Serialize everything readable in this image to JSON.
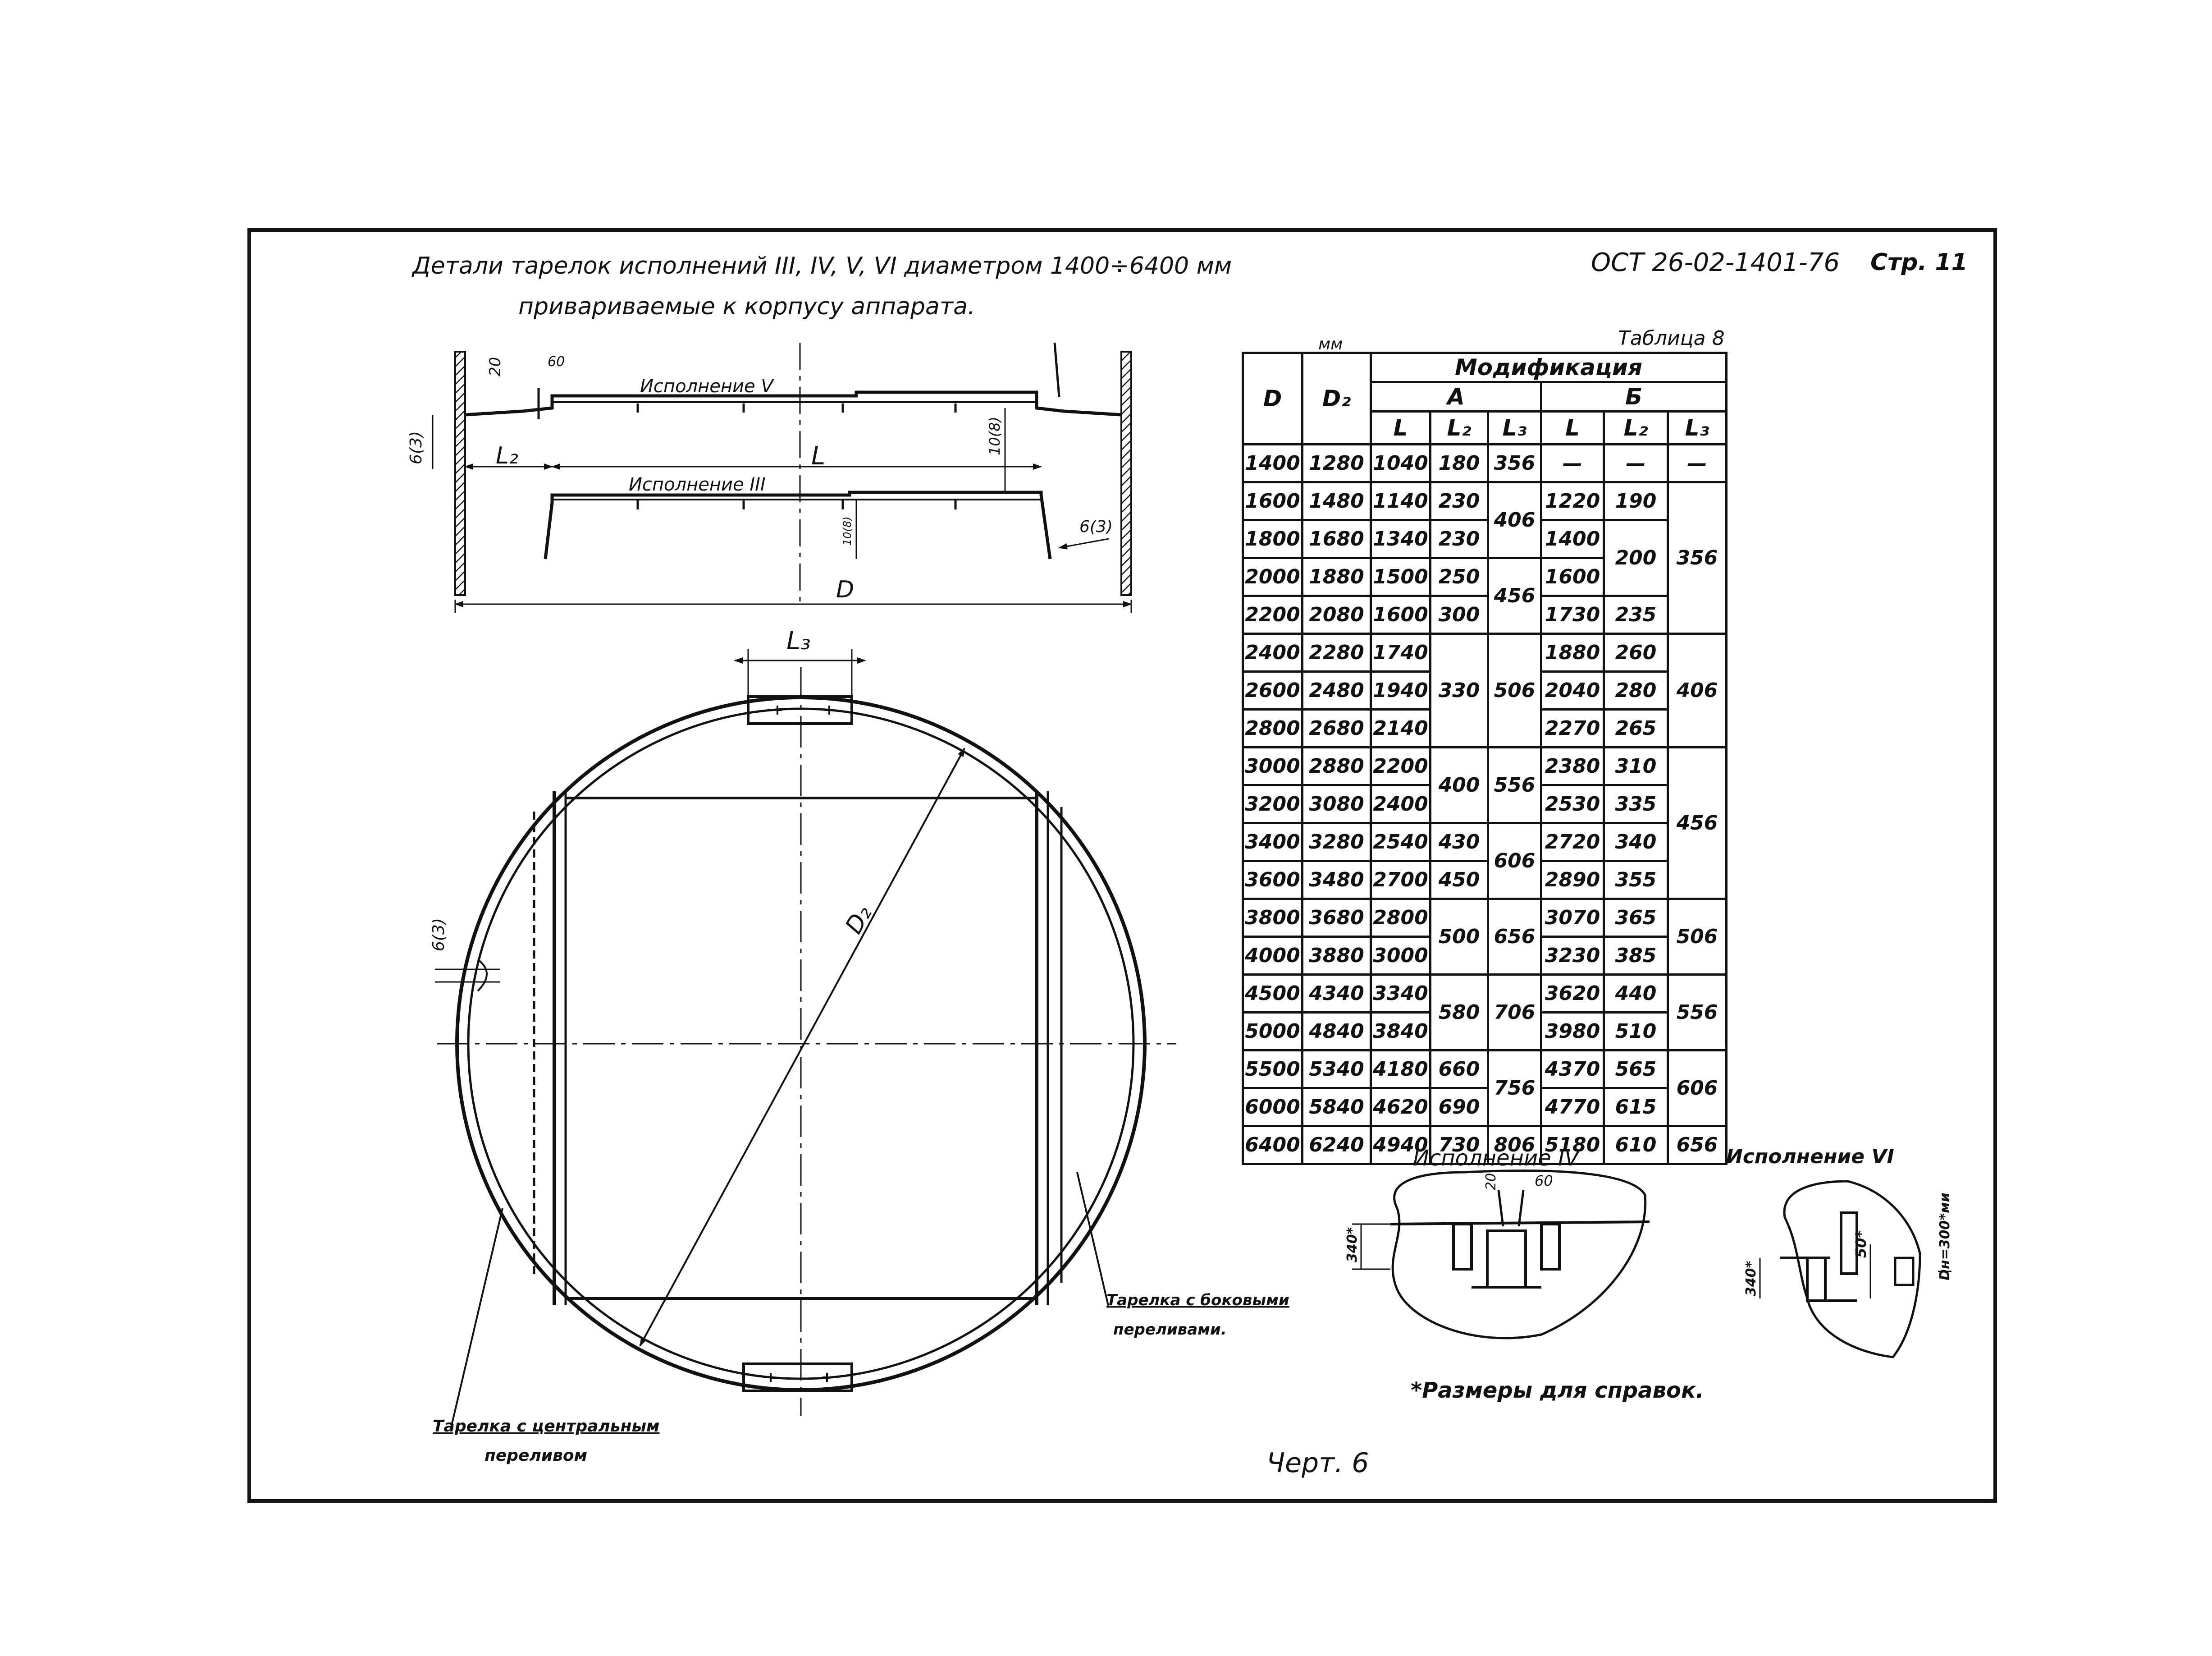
{
  "header": {
    "title_line1": "Детали тарелок исполнений III, IV, V, VI диаметром 1400÷6400 мм",
    "title_line2": "привариваемые к корпусу аппарата.",
    "standard": "ОСТ 26-02-1401-76",
    "page": "Стр. 11"
  },
  "section_view": {
    "label_v": "Исполнение V",
    "label_iii": "Исполнение III",
    "dim_20": "20",
    "dim_60": "60",
    "dim_6_3_left": "6(3)",
    "dim_6_3_right": "6(3)",
    "dim_10_8": "10(8)",
    "dim_10_8_small": "10(8)",
    "dim_L2": "L₂",
    "dim_L": "L",
    "dim_D": "D"
  },
  "plan_view": {
    "dim_L3": "L₃",
    "dim_D2": "D₂",
    "dim_6_3": "6(3)",
    "callout_central": [
      "Тарелка с центральным",
      "переливом"
    ],
    "callout_side": [
      "Тарелка с боковыми",
      "переливами."
    ]
  },
  "table": {
    "unit": "мм",
    "caption": "Таблица 8",
    "h_D": "D",
    "h_D2": "D₂",
    "h_mod": "Модификация",
    "h_A": "А",
    "h_B": "Б",
    "h_L": "L",
    "h_L2": "L₂",
    "h_L3": "L₃",
    "dash": "—",
    "D": [
      "1400",
      "1600",
      "1800",
      "2000",
      "2200",
      "2400",
      "2600",
      "2800",
      "3000",
      "3200",
      "3400",
      "3600",
      "3800",
      "4000",
      "4500",
      "5000",
      "5500",
      "6000",
      "6400"
    ],
    "D2": [
      "1280",
      "1480",
      "1680",
      "1880",
      "2080",
      "2280",
      "2480",
      "2680",
      "2880",
      "3080",
      "3280",
      "3480",
      "3680",
      "3880",
      "4340",
      "4840",
      "5340",
      "5840",
      "6240"
    ],
    "A_L": [
      "1040",
      "1140",
      "1340",
      "1500",
      "1600",
      "1740",
      "1940",
      "2140",
      "2200",
      "2400",
      "2540",
      "2700",
      "2800",
      "3000",
      "3340",
      "3840",
      "4180",
      "4620",
      "4940"
    ],
    "A_L2": [
      "180",
      "230",
      "230",
      "250",
      "300",
      "330",
      "400",
      "430",
      "450",
      "500",
      "580",
      "660",
      "690",
      "730"
    ],
    "A_L3": [
      "356",
      "406",
      "456",
      "506",
      "556",
      "606",
      "656",
      "706",
      "756",
      "806"
    ],
    "B_L": [
      "1220",
      "1400",
      "1600",
      "1730",
      "1880",
      "2040",
      "2270",
      "2380",
      "2530",
      "2720",
      "2890",
      "3070",
      "3230",
      "3620",
      "3980",
      "4370",
      "4770",
      "5180"
    ],
    "B_L2": [
      "190",
      "200",
      "235",
      "260",
      "280",
      "265",
      "310",
      "335",
      "340",
      "355",
      "365",
      "385",
      "440",
      "510",
      "565",
      "615",
      "610"
    ],
    "B_L3": [
      "356",
      "406",
      "456",
      "506",
      "556",
      "606",
      "656"
    ]
  },
  "details": {
    "label_iv": "Исполнение IV",
    "label_vi": "Исполнение VI",
    "dim_20": "20",
    "dim_60": "60",
    "dim_340_iv": "340*",
    "dim_340_vi": "340*",
    "dim_50": "50*",
    "dim_vi_side": "Dн=300*ми",
    "note": "*Размеры для справок."
  },
  "footer": {
    "sheet": "Черт. 6"
  }
}
